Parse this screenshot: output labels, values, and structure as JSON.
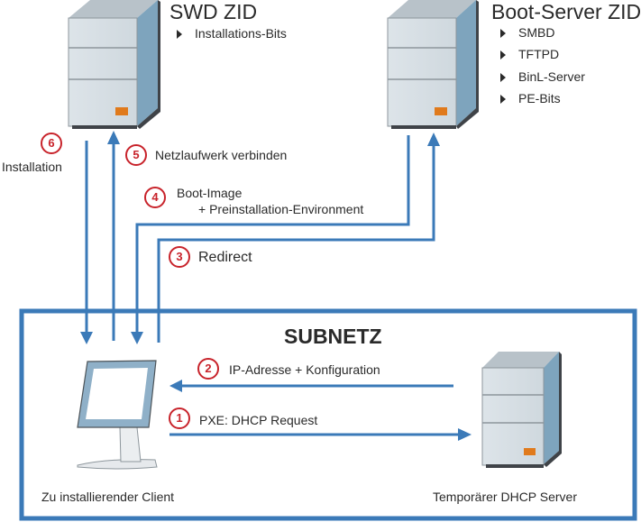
{
  "swd_server": {
    "title": "SWD ZID",
    "items": [
      "Installations-Bits"
    ]
  },
  "boot_server": {
    "title": "Boot-Server ZID",
    "items": [
      "SMBD",
      "TFTPD",
      "BinL-Server",
      "PE-Bits"
    ]
  },
  "subnet": {
    "title": "SUBNETZ",
    "client_label": "Zu installierender Client",
    "dhcp_label": "Temporärer DHCP Server"
  },
  "steps": [
    {
      "number": "1",
      "label": "PXE: DHCP Request"
    },
    {
      "number": "2",
      "label": "IP-Adresse + Konfiguration"
    },
    {
      "number": "3",
      "label": "Redirect"
    },
    {
      "number": "4",
      "label": "Boot-Image",
      "label2": "+ Preinstallation-Environment"
    },
    {
      "number": "5",
      "label": "Netzlaufwerk verbinden"
    },
    {
      "number": "6",
      "label": "Installation"
    }
  ],
  "colors": {
    "line": "#3b7ab8",
    "step": "#c8232b",
    "led": "#e07a1c"
  }
}
